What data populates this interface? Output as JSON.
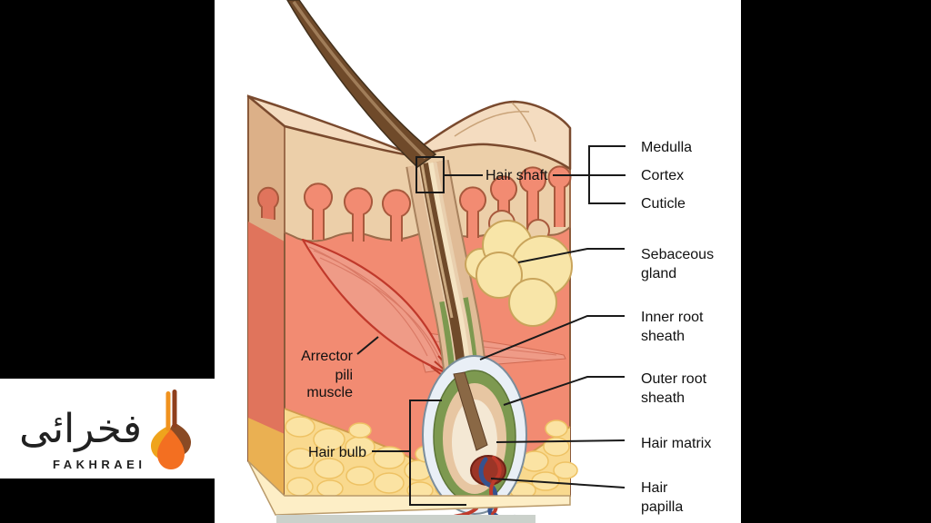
{
  "window": {
    "background": "#000000",
    "panel_background": "#ffffff"
  },
  "logo": {
    "brand_arabic": "فخرائی",
    "brand_latin": "FAKHRAEI",
    "colors": {
      "text": "#212121",
      "stem_left": "#f0921e",
      "drop_left": "#efa41c",
      "stem_right": "#8f3f1c",
      "drop_right": "#8a4a24",
      "drop_bottom": "#f36f21"
    }
  },
  "diagram": {
    "subject": "Hair follicle and skin cross-section",
    "labels": {
      "hair_shaft": "Hair shaft",
      "medulla": "Medulla",
      "cortex": "Cortex",
      "cuticle": "Cuticle",
      "sebaceous_gland_line1": "Sebaceous",
      "sebaceous_gland_line2": "gland",
      "inner_root_sheath_line1": "Inner root",
      "inner_root_sheath_line2": "sheath",
      "outer_root_sheath_line1": "Outer root",
      "outer_root_sheath_line2": "sheath",
      "hair_matrix": "Hair matrix",
      "hair_papilla_line1": "Hair",
      "hair_papilla_line2": "papilla",
      "arrector_line1": "Arrector",
      "arrector_line2": "pili",
      "arrector_line3": "muscle",
      "hair_bulb": "Hair bulb"
    },
    "colors": {
      "label_text": "#111111",
      "leader_line": "#1a1a1a",
      "skin_top": "#f4dcc0",
      "epidermis": "#eccfa9",
      "epidermis_side": "#dcb088",
      "dermis": "#f28b72",
      "dermis_side": "#e0745c",
      "fat_bg": "#f9d98e",
      "fat_cell": "#fbe3a3",
      "fat_side": "#eab052",
      "muscle": "#ef9b87",
      "muscle_outline": "#c0392b",
      "gland": "#f8e5a8",
      "gland_outline": "#c9a45b",
      "sheath_green": "#7d9950",
      "sheath_tan": "#e7c6a2",
      "sheath_glassy": "#e9eff6",
      "follicle_wall": "#e0bb96",
      "hair_brown": "#6f4a2a",
      "matrix_cream": "#f4e8d4",
      "papilla_red": "#9c3527",
      "vessel_red": "#bf3a2b",
      "vessel_blue": "#35528f",
      "base_bar": "#cbd1cb"
    }
  }
}
